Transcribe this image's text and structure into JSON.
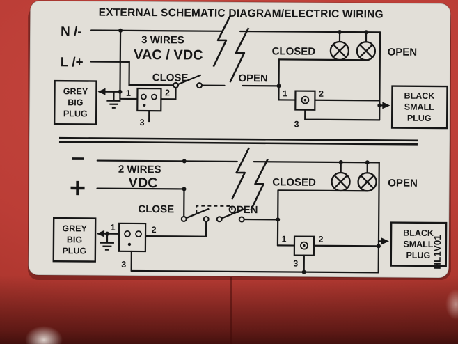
{
  "label": {
    "title": "EXTERNAL SCHEMATIC DIAGRAM/ELECTRIC WIRING",
    "code": "HL1V01"
  },
  "pins": {
    "p1": "1",
    "p2": "2",
    "p3": "3"
  },
  "top": {
    "line_n": "N /-",
    "line_l": "L /+",
    "wires": "3 WIRES",
    "voltage": "VAC / VDC",
    "close": "CLOSE",
    "open": "OPEN",
    "closed_lamps": "CLOSED",
    "open_lamps": "OPEN",
    "grey_plug": {
      "l1": "GREY",
      "l2": "BIG",
      "l3": "PLUG"
    },
    "black_plug": {
      "l1": "BLACK",
      "l2": "SMALL",
      "l3": "PLUG"
    }
  },
  "bottom": {
    "minus": "−",
    "plus": "+",
    "wires": "2 WIRES",
    "voltage": "VDC",
    "close": "CLOSE",
    "open": "OPEN",
    "closed_lamps": "CLOSED",
    "open_lamps": "OPEN",
    "grey_plug": {
      "l1": "GREY",
      "l2": "BIG",
      "l3": "PLUG"
    },
    "black_plug": {
      "l1": "BLACK",
      "l2": "SMALL",
      "l3": "PLUG"
    }
  },
  "colors": {
    "body_red": "#bb3d36",
    "plate": "#e2dfd8",
    "ink": "#161616"
  }
}
